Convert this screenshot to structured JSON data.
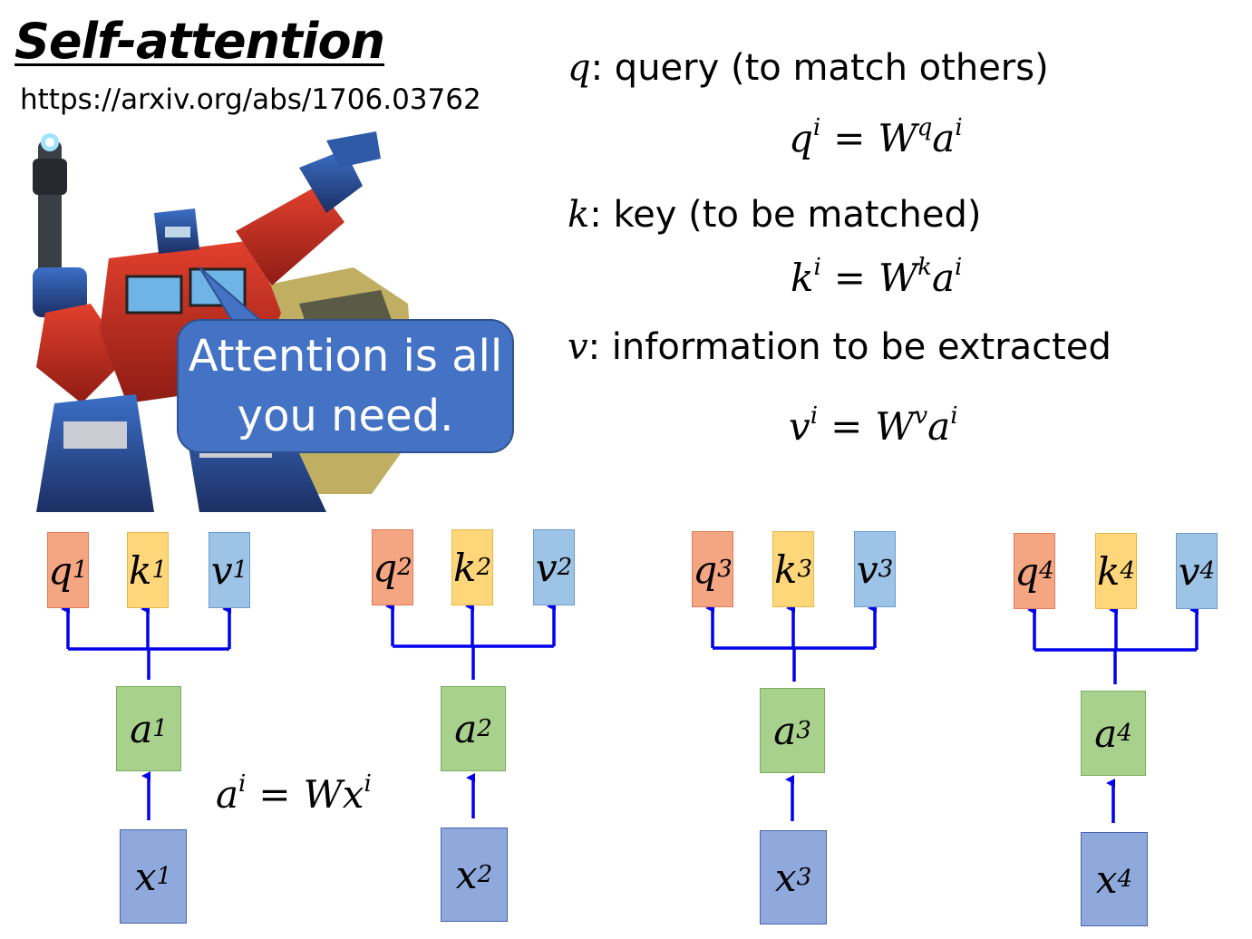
{
  "header": {
    "title": "Self-attention",
    "url": "https://arxiv.org/abs/1706.03762"
  },
  "bubble": {
    "line1": "Attention is all",
    "line2": "you need."
  },
  "definitions": [
    {
      "symbol": "q",
      "text": ": query (to match others)",
      "eq_lhs": "q",
      "eq_w_sup": "q"
    },
    {
      "symbol": "k",
      "text": ": key (to be matched)",
      "eq_lhs": "k",
      "eq_w_sup": "k"
    },
    {
      "symbol": "v",
      "text": ": information to be extracted",
      "eq_lhs": "v",
      "eq_w_sup": "v"
    }
  ],
  "equation_common": {
    "sup_i": "i",
    "equals": "=",
    "W": "W",
    "a": "a"
  },
  "input_equation": {
    "lhs": "a",
    "sup": "i",
    "equals": "=",
    "rhs_W": "W",
    "rhs_x": "x",
    "rhs_sup": "i"
  },
  "columns": [
    {
      "index": "1",
      "q": "q",
      "k": "k",
      "v": "v",
      "a": "a",
      "x": "x"
    },
    {
      "index": "2",
      "q": "q",
      "k": "k",
      "v": "v",
      "a": "a",
      "x": "x"
    },
    {
      "index": "3",
      "q": "q",
      "k": "k",
      "v": "v",
      "a": "a",
      "x": "x"
    },
    {
      "index": "4",
      "q": "q",
      "k": "k",
      "v": "v",
      "a": "a",
      "x": "x"
    }
  ],
  "colors": {
    "query": "#f4a582",
    "key": "#ffd77a",
    "value": "#9dc3e6",
    "embedding": "#a9d18e",
    "input": "#8fa9dc",
    "arrow": "#0000ee",
    "bubble": "#4472c4"
  },
  "icons": {
    "robot": "robot-illustration"
  }
}
